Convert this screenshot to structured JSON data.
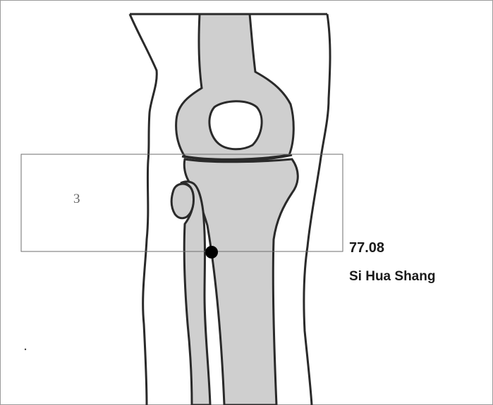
{
  "diagram": {
    "zone_label": "3",
    "acupoint": {
      "value": "77.08",
      "name": "Si Hua Shang"
    }
  },
  "colors": {
    "bone_fill": "#cfcfcf",
    "outline": "#2a2a2a",
    "zone_border": "#6e6e6e",
    "point": "#000000"
  }
}
